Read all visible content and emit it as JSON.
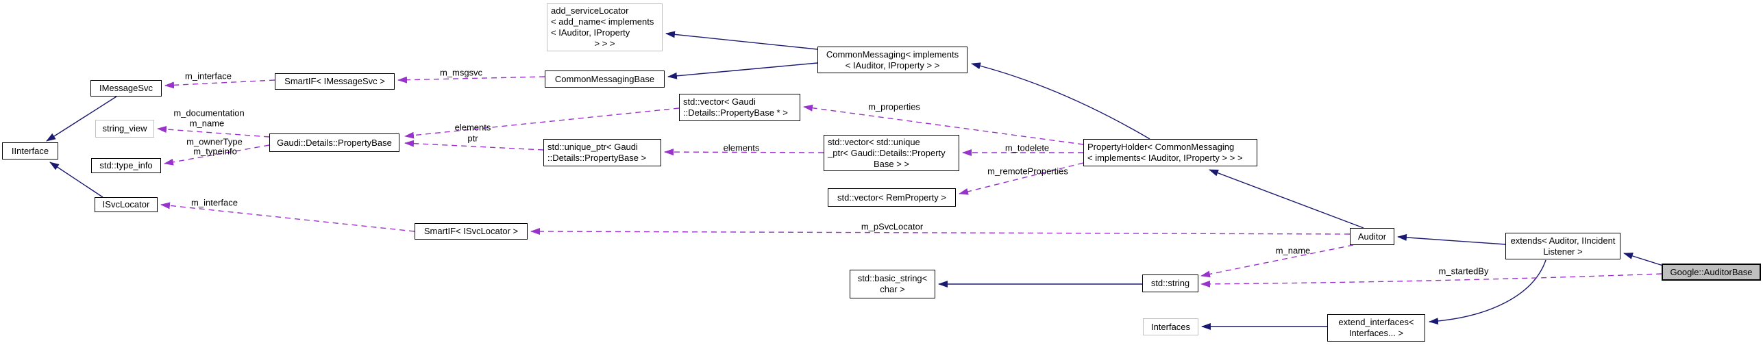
{
  "boxes": [
    {
      "id": "iinterface",
      "lines": [
        "IInterface"
      ]
    },
    {
      "id": "imessagesvc",
      "lines": [
        "IMessageSvc"
      ]
    },
    {
      "id": "string-view",
      "lines": [
        "string_view"
      ]
    },
    {
      "id": "std-type-info",
      "lines": [
        "std::type_info"
      ]
    },
    {
      "id": "isvclocator",
      "lines": [
        "ISvcLocator"
      ]
    },
    {
      "id": "smartif-imessagesvc",
      "lines": [
        "SmartIF< IMessageSvc >"
      ]
    },
    {
      "id": "gaudi-details-propertybase",
      "lines": [
        "Gaudi::Details::PropertyBase"
      ]
    },
    {
      "id": "smartif-isvclocator",
      "lines": [
        "SmartIF< ISvcLocator >"
      ]
    },
    {
      "id": "add-servicelocator",
      "lines": [
        "add_serviceLocator",
        "< add_name< implements",
        "< IAuditor, IProperty",
        "> > >"
      ]
    },
    {
      "id": "commonmessagingbase",
      "lines": [
        "CommonMessagingBase"
      ]
    },
    {
      "id": "std-unique-ptr-propertybase",
      "lines": [
        "std::unique_ptr< Gaudi",
        "::Details::PropertyBase >"
      ]
    },
    {
      "id": "std-vector-propertybase-ptr",
      "lines": [
        "std::vector< Gaudi",
        "::Details::PropertyBase * >"
      ]
    },
    {
      "id": "commonmessaging",
      "lines": [
        "CommonMessaging< implements",
        "< IAuditor, IProperty > >"
      ]
    },
    {
      "id": "std-vector-unique-ptr-propertybase",
      "lines": [
        "std::vector< std::unique",
        "_ptr< Gaudi::Details::Property",
        "Base > >"
      ]
    },
    {
      "id": "std-vector-remproperty",
      "lines": [
        "std::vector< RemProperty >"
      ]
    },
    {
      "id": "propertyholder",
      "lines": [
        "PropertyHolder< CommonMessaging",
        "< implements< IAuditor, IProperty > > >"
      ]
    },
    {
      "id": "auditor",
      "lines": [
        "Auditor"
      ]
    },
    {
      "id": "std-basic-string-char",
      "lines": [
        "std::basic_string<",
        "char >"
      ]
    },
    {
      "id": "std-string",
      "lines": [
        "std::string"
      ]
    },
    {
      "id": "extends-auditor-iincidentlistener",
      "lines": [
        "extends< Auditor, IIncident",
        "Listener >"
      ]
    },
    {
      "id": "google-auditorbase",
      "lines": [
        "Google::AuditorBase"
      ]
    },
    {
      "id": "interfaces",
      "lines": [
        "Interfaces"
      ]
    },
    {
      "id": "extend-interfaces",
      "lines": [
        "extend_interfaces<",
        "Interfaces... >"
      ]
    }
  ],
  "labels": [
    {
      "text": "m_interface"
    },
    {
      "text": "m_msgsvc"
    },
    {
      "text": "m_documentation"
    },
    {
      "text": "m_name"
    },
    {
      "text": "m_ownerType"
    },
    {
      "text": "m_typeinfo"
    },
    {
      "text": "elements"
    },
    {
      "text": "ptr"
    },
    {
      "text": "m_properties"
    },
    {
      "text": "elements"
    },
    {
      "text": "m_todelete"
    },
    {
      "text": "m_remoteProperties"
    },
    {
      "text": "m_interface"
    },
    {
      "text": "m_pSvcLocator"
    },
    {
      "text": "m_name"
    },
    {
      "text": "m_startedBy"
    }
  ],
  "colors": {
    "inheritance_edge": "#191970",
    "usage_edge": "#9932cc",
    "node_border": "#000000",
    "external_node_border": "#bfbfbf",
    "current_node_fill": "#bfbfbf",
    "background": "#ffffff"
  }
}
